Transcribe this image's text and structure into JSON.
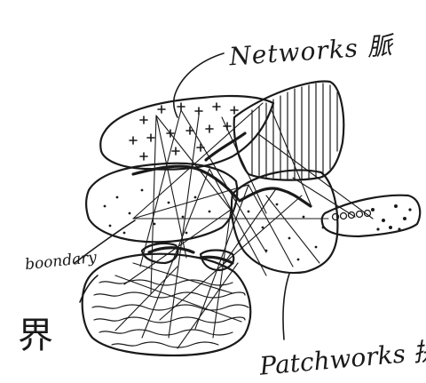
{
  "labels": {
    "network": "Networks 脈",
    "boundary": "boondary",
    "boundary_kanji": "界",
    "patchwork": "Patchworks 拼"
  },
  "ink_color": "#1a1a1a"
}
